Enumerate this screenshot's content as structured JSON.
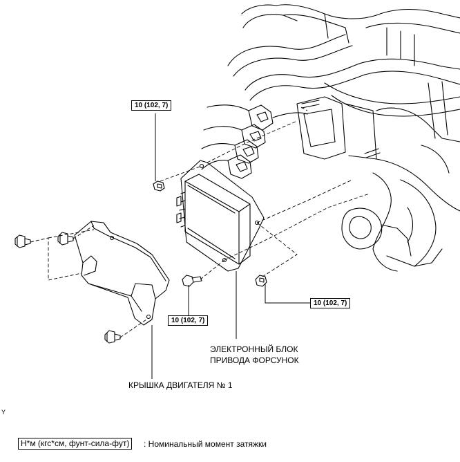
{
  "torque_labels": [
    {
      "id": "t1",
      "text": "10 (102, 7)"
    },
    {
      "id": "t2",
      "text": "10 (102, 7)"
    },
    {
      "id": "t3",
      "text": "10 (102, 7)"
    }
  ],
  "callouts": {
    "injector_driver_line1": "ЭЛЕКТРОННЫЙ БЛОК",
    "injector_driver_line2": "ПРИВОДА ФОРСУНОК",
    "engine_cover": "КРЫШКА ДВИГАТЕЛЯ № 1"
  },
  "legend": {
    "unit_box": "Н*м (кгс*см, фунт-сила-фут)",
    "description": ": Номинальный момент затяжки"
  },
  "corner_letter": "Y"
}
